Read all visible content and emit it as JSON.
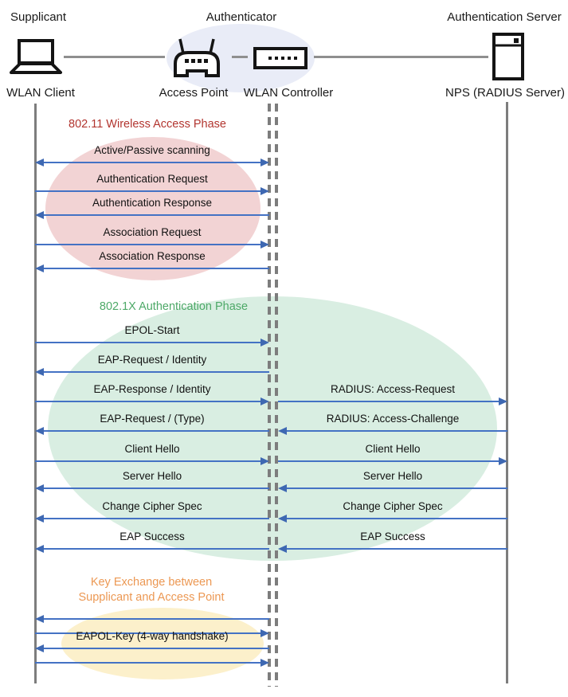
{
  "header": {
    "roles": {
      "supplicant": "Supplicant",
      "authenticator": "Authenticator",
      "auth_server": "Authentication Server"
    },
    "devices": {
      "wlan_client": "WLAN Client",
      "access_point": "Access Point",
      "wlan_controller": "WLAN Controller",
      "nps": "NPS (RADIUS Server)"
    }
  },
  "phases": {
    "wireless": {
      "title": "802.11 Wireless Access Phase",
      "title_color": "#B2352F",
      "ellipse_color": "#F2D3D4"
    },
    "dot1x": {
      "title": "802.1X Authentication Phase",
      "title_color": "#4EA968",
      "ellipse_color": "#D9EEE2"
    },
    "key_exchange": {
      "title_line1": "Key Exchange between",
      "title_line2": "Supplicant and Access Point",
      "title_color": "#EC9853",
      "ellipse_color": "#FCF0CB"
    }
  },
  "messages": {
    "left": [
      {
        "label": "Active/Passive scanning",
        "dir": "both"
      },
      {
        "label": "Authentication Request",
        "dir": "right"
      },
      {
        "label": "Authentication Response",
        "dir": "left"
      },
      {
        "label": "Association Request",
        "dir": "right"
      },
      {
        "label": "Association Response",
        "dir": "left"
      },
      {
        "label": "EPOL-Start",
        "dir": "right"
      },
      {
        "label": "EAP-Request / Identity",
        "dir": "left"
      },
      {
        "label": "EAP-Response / Identity",
        "dir": "right"
      },
      {
        "label": "EAP-Request / (Type)",
        "dir": "left"
      },
      {
        "label": "Client Hello",
        "dir": "right"
      },
      {
        "label": "Server Hello",
        "dir": "left"
      },
      {
        "label": "Change Cipher Spec",
        "dir": "left"
      },
      {
        "label": "EAP Success",
        "dir": "left"
      },
      {
        "label": "",
        "dir": "left"
      },
      {
        "label": "",
        "dir": "right"
      },
      {
        "label": "EAPOL-Key (4-way handshake)",
        "dir": "left"
      },
      {
        "label": "",
        "dir": "right"
      }
    ],
    "right": [
      {
        "label": "RADIUS: Access-Request",
        "dir": "right"
      },
      {
        "label": "RADIUS: Access-Challenge",
        "dir": "left"
      },
      {
        "label": "Client Hello",
        "dir": "right"
      },
      {
        "label": "Server Hello",
        "dir": "left"
      },
      {
        "label": "Change Cipher Spec",
        "dir": "left"
      },
      {
        "label": "EAP Success",
        "dir": "left"
      }
    ]
  },
  "colors": {
    "arrow_line": "#4472C4",
    "arrowhead": "#3E68B2",
    "lifeline": "#7D7D7D",
    "authenticator_ellipse": "#E9ECF7"
  }
}
